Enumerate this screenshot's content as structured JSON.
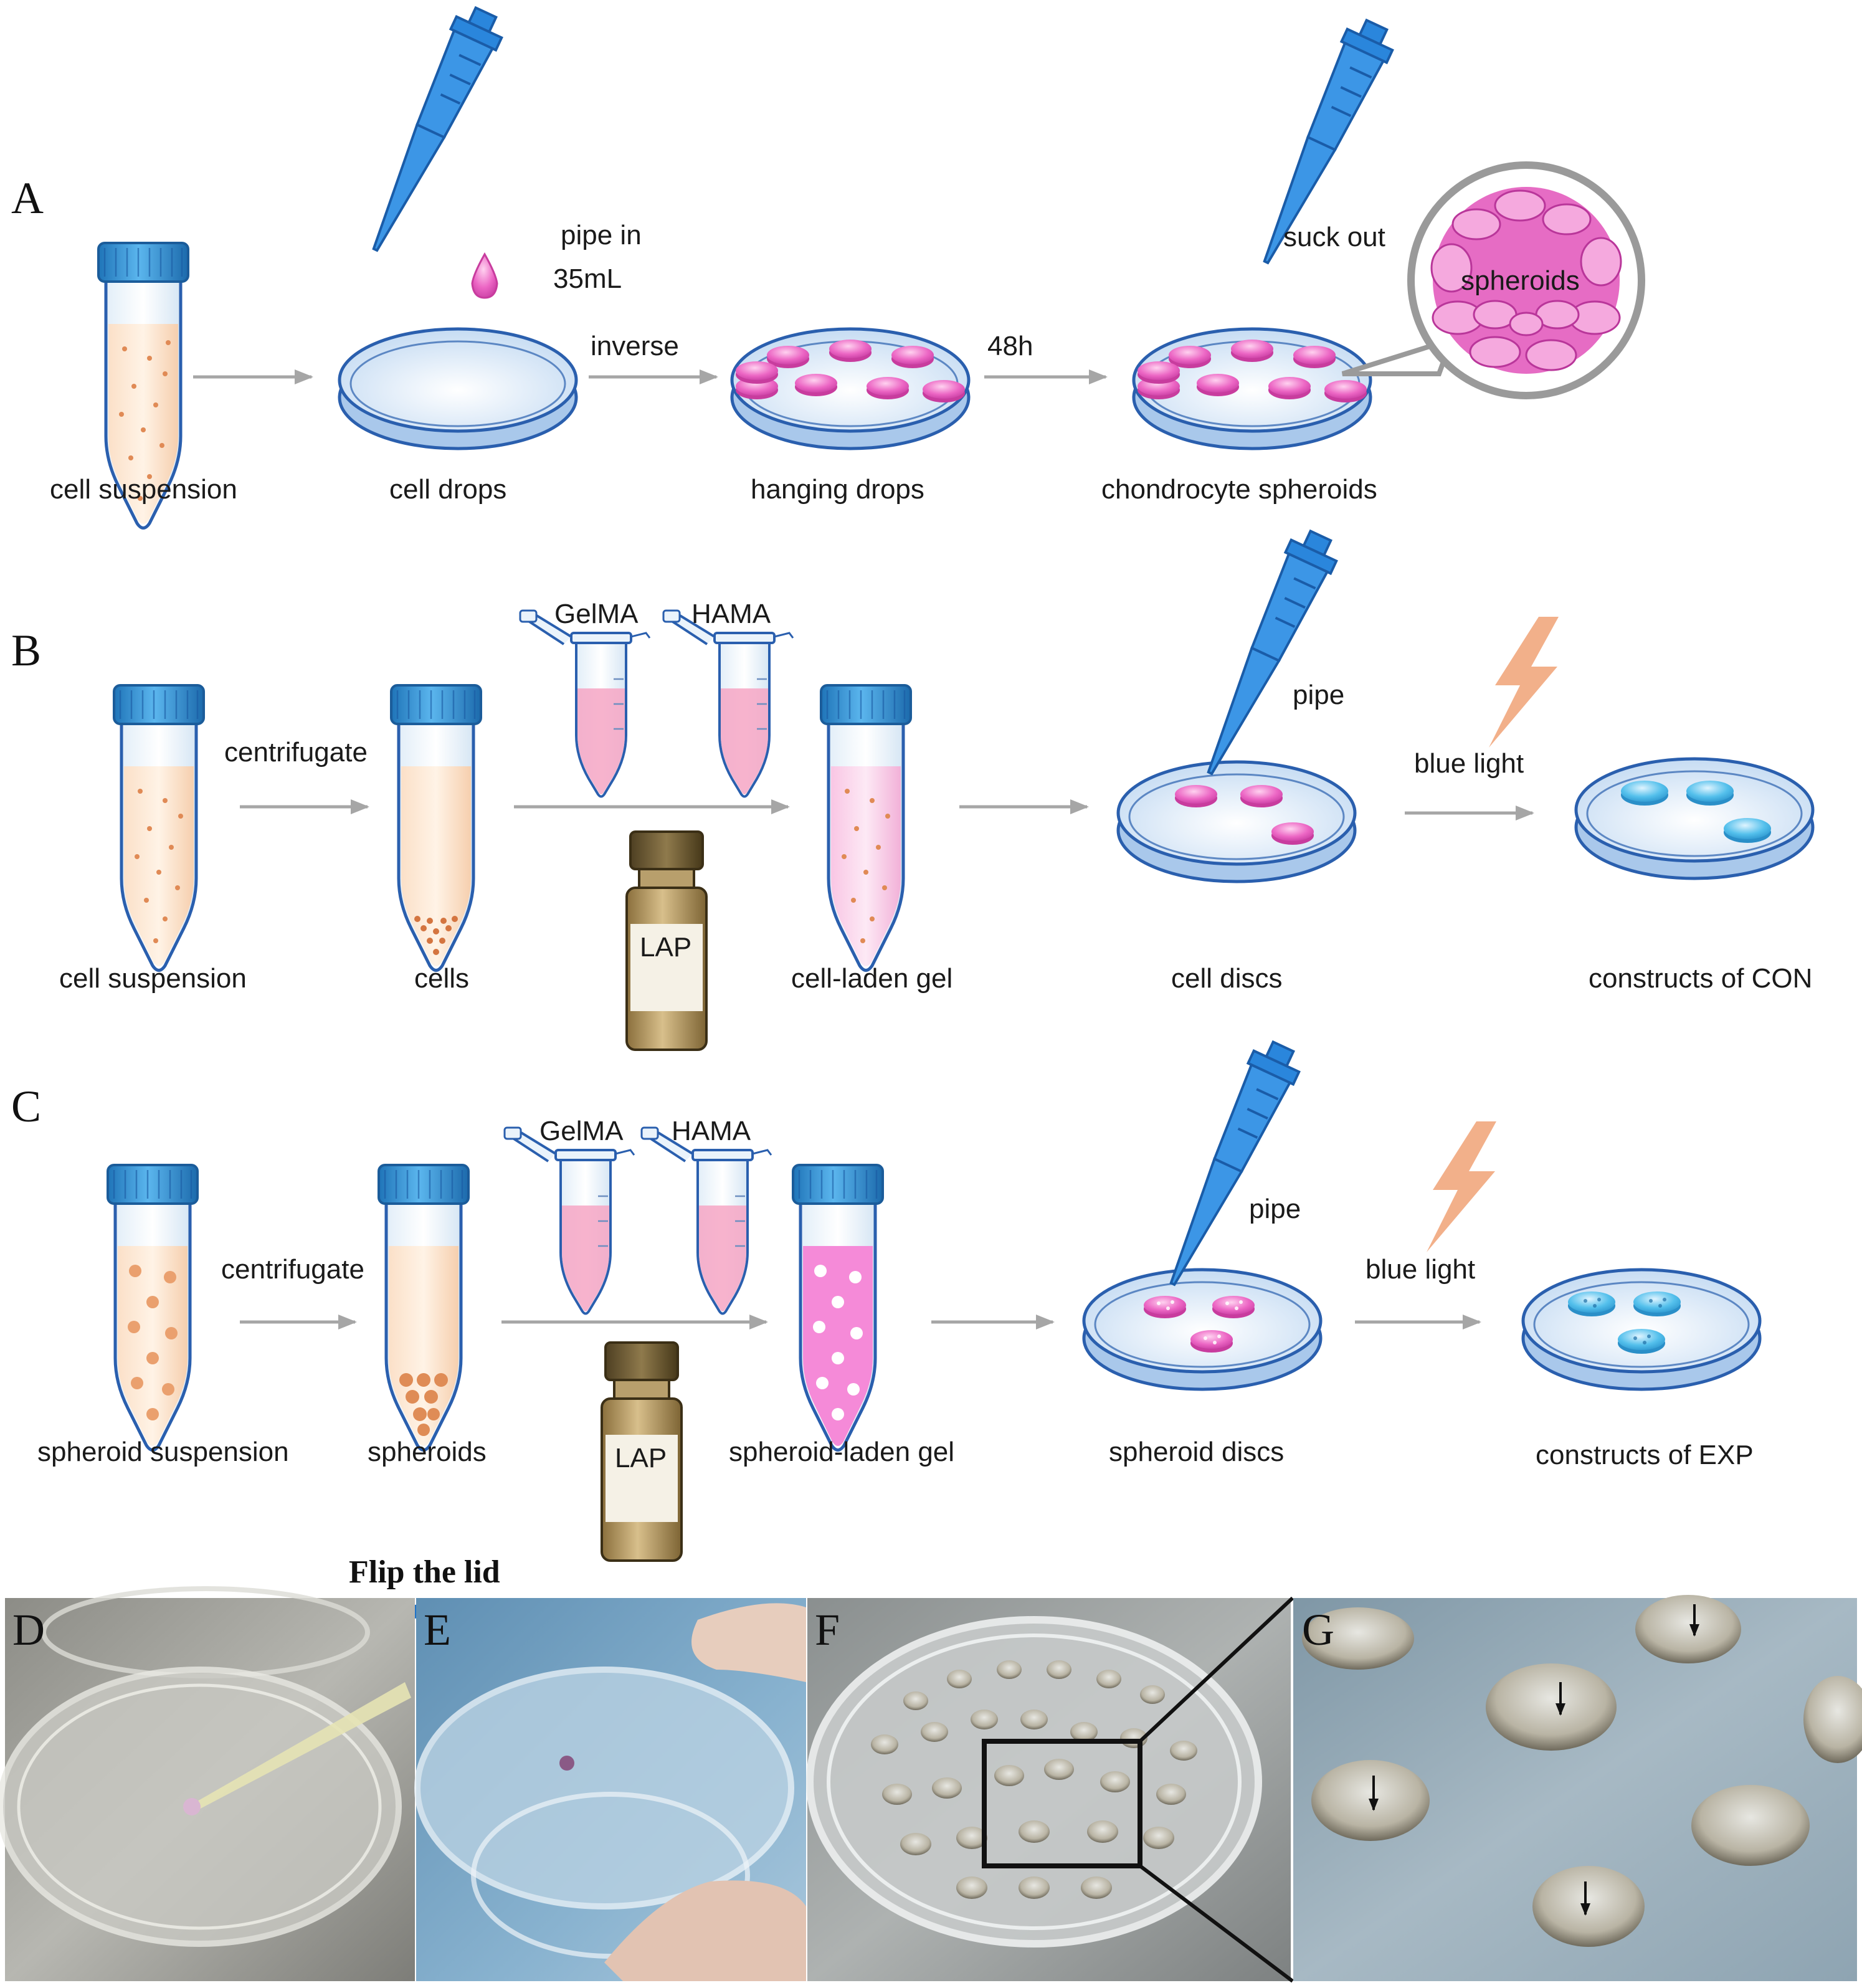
{
  "panels": {
    "A": {
      "letter": "A",
      "pipe_in": "pipe in",
      "volume": "35mL",
      "inverse": "inverse",
      "time": "48h",
      "suck_out": "suck out",
      "spheroids_callout": "spheroids",
      "steps": [
        "cell suspension",
        "cell drops",
        "hanging drops",
        "chondrocyte spheroids"
      ]
    },
    "B": {
      "letter": "B",
      "centrifugate": "centrifugate",
      "gelma": "GelMA",
      "hama": "HAMA",
      "lap": "LAP",
      "pipe": "pipe",
      "blue_light": "blue light",
      "steps": [
        "cell suspension",
        "cells",
        "cell-laden gel",
        "cell discs",
        "constructs of CON"
      ]
    },
    "C": {
      "letter": "C",
      "centrifugate": "centrifugate",
      "gelma": "GelMA",
      "hama": "HAMA",
      "lap": "LAP",
      "pipe": "pipe",
      "blue_light": "blue light",
      "steps": [
        "spheroid suspension",
        "spheroids",
        "spheroid-laden gel",
        "spheroid discs",
        "constructs of EXP"
      ]
    },
    "photos": {
      "flip_label": "Flip the lid",
      "letters": [
        "D",
        "E",
        "F",
        "G"
      ]
    }
  },
  "colors": {
    "cap_blue": "#2e8fd6",
    "pipette_blue": "#2a86dc",
    "drop_pink": "#e85fc0",
    "disc_blue": "#4cb8e8",
    "lightning": "#f2b08a",
    "arrow_gray": "#a6a6a6",
    "dish_blue": "#cfe3f7"
  }
}
